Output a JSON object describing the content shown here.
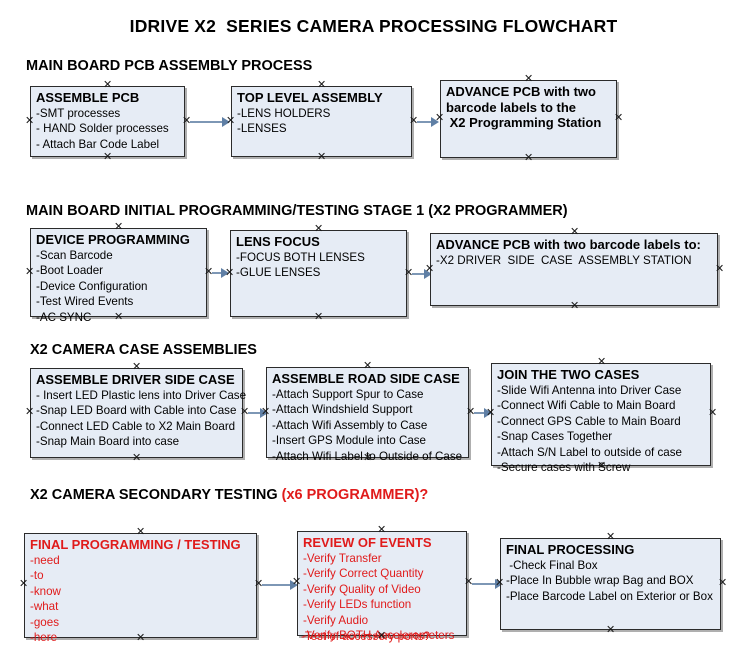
{
  "document": {
    "title": "IDRIVE X2  SERIES CAMERA PROCESSING FLOWCHART"
  },
  "sections": [
    {
      "id": "main-board-pcb-assembly",
      "heading": "MAIN BOARD PCB ASSEMBLY PROCESS",
      "boxes": [
        {
          "id": "assemble-pcb",
          "title": "ASSEMBLE PCB",
          "lines": [
            "-SMT processes",
            "- HAND Solder processes",
            "- Attach Bar Code Label"
          ]
        },
        {
          "id": "top-level-assembly",
          "title": "TOP LEVEL ASSEMBLY",
          "lines": [
            "-LENS HOLDERS",
            "-LENSES"
          ]
        },
        {
          "id": "advance-pcb-x2-programming-station",
          "title": "ADVANCE PCB with two barcode labels to the  X2 Programming Station",
          "title_lines": [
            "ADVANCE PCB with two",
            "barcode labels to the",
            " X2 Programming Station"
          ],
          "lines": []
        }
      ]
    },
    {
      "id": "main-board-initial-programming",
      "heading": "MAIN BOARD INITIAL PROGRAMMING/TESTING STAGE 1 (X2 PROGRAMMER)",
      "boxes": [
        {
          "id": "device-programming",
          "title": "DEVICE PROGRAMMING",
          "lines": [
            "-Scan Barcode",
            "-Boot Loader",
            "-Device Configuration",
            "-Test Wired Events",
            "-AC SYNC"
          ]
        },
        {
          "id": "lens-focus",
          "title": "LENS FOCUS",
          "lines": [
            "-FOCUS BOTH LENSES",
            "-GLUE LENSES"
          ]
        },
        {
          "id": "advance-pcb-driver-side-case",
          "title": "ADVANCE PCB with two barcode labels to:",
          "lines": [
            "-X2 DRIVER  SIDE  CASE  ASSEMBLY STATION"
          ]
        }
      ]
    },
    {
      "id": "x2-camera-case-assemblies",
      "heading": "X2 CAMERA CASE ASSEMBLIES",
      "boxes": [
        {
          "id": "assemble-driver-side-case",
          "title": "ASSEMBLE DRIVER SIDE CASE",
          "lines": [
            "- Insert LED Plastic lens into Driver Case",
            "-Snap LED Board with Cable into Case",
            "-Connect LED Cable to X2 Main Board",
            "-Snap Main Board into case"
          ]
        },
        {
          "id": "assemble-road-side-case",
          "title": "ASSEMBLE ROAD SIDE CASE",
          "lines": [
            "-Attach Support Spur to Case",
            "-Attach Windshield Support",
            "-Attach Wifi Assembly to Case",
            "-Insert GPS Module into Case",
            "-Attach Wifi Label to Outside of Case"
          ]
        },
        {
          "id": "join-the-two-cases",
          "title": "JOIN THE TWO CASES",
          "lines": [
            "-Slide Wifi Antenna into Driver Case",
            "-Connect Wifi Cable to Main Board",
            "-Connect GPS Cable to Main Board",
            "-Snap Cases Together",
            "-Attach S/N Label to outside of case",
            "-Secure cases with Screw"
          ]
        }
      ]
    },
    {
      "id": "x2-camera-secondary-testing",
      "heading": "X2 CAMERA SECONDARY TESTING ",
      "heading_accent": "(x6 PROGRAMMER)?",
      "boxes": [
        {
          "id": "final-programming-testing",
          "title": "FINAL PROGRAMMING / TESTING",
          "lines": [
            "-need",
            "-to",
            "-know",
            "-what",
            "-goes",
            "-here"
          ]
        },
        {
          "id": "review-of-events",
          "title": "REVIEW OF EVENTS",
          "lines": [
            "-Verify Transfer",
            "-Verify Correct Quantity",
            "-Verify Quality of Video",
            "-Verify LEDs function",
            "-Verify Audio",
            "-Verify BOTH Accelerometers"
          ],
          "overflow_line": "-Test of accessory ports?"
        },
        {
          "id": "final-processing",
          "title": "FINAL PROCESSING",
          "lines": [
            " -Check Final Box",
            "-Place In Bubble wrap Bag and BOX",
            "-Place Barcode Label on Exterior or Box"
          ]
        }
      ]
    }
  ],
  "colors": {
    "box_fill": "#e6ecf5",
    "box_border": "#2b2b2b",
    "connector": "#7d97b5",
    "accent_red": "#e01b1b",
    "text": "#000000"
  },
  "glyphs": {
    "anchor": "✕"
  }
}
